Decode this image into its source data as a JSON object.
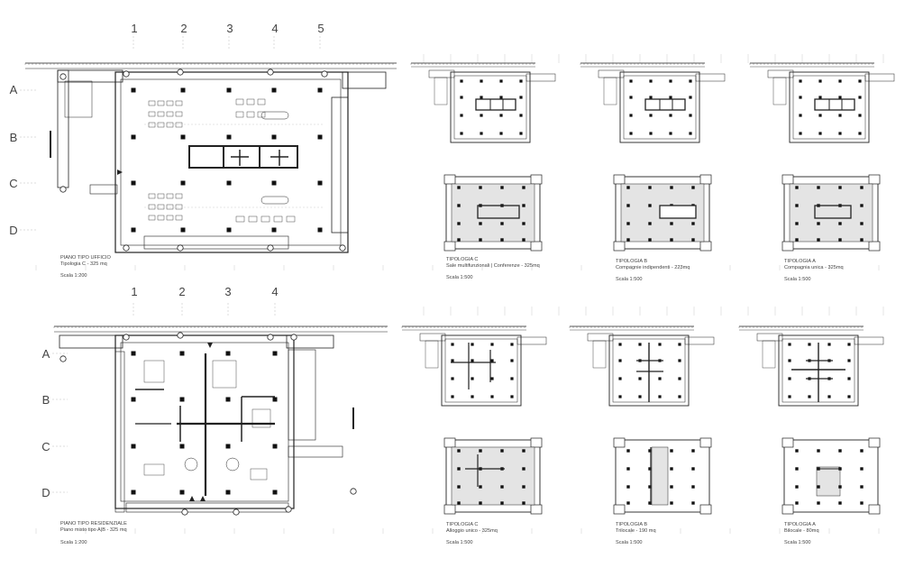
{
  "sheet": {
    "office": {
      "axis_numbers": [
        "1",
        "2",
        "3",
        "4",
        "5"
      ],
      "axis_letters": [
        "A",
        "B",
        "C",
        "D"
      ],
      "title": "PIANO TIPO UFFICIO",
      "subtitle": "Tipologia C - 325 mq",
      "scale": "Scala 1:200",
      "typologies": [
        {
          "title": "TIPOLOGIA C",
          "subtitle": "Sale multifunzionali | Conferenze - 325mq",
          "scale": "Scala 1:500"
        },
        {
          "title": "TIPOLOGIA B",
          "subtitle": "Compagnie indipendenti - 223mq",
          "scale": "Scala 1:500"
        },
        {
          "title": "TIPOLOGIA A",
          "subtitle": "Compagnia unica - 325mq",
          "scale": "Scala 1:500"
        }
      ]
    },
    "residential": {
      "axis_numbers": [
        "1",
        "2",
        "3",
        "4"
      ],
      "axis_letters": [
        "A",
        "B",
        "C",
        "D"
      ],
      "title": "PIANO TIPO RESIDENZIALE",
      "subtitle": "Piano misto tipo A|B - 325 mq",
      "scale": "Scala 1:200",
      "typologies": [
        {
          "title": "TIPOLOGIA C",
          "subtitle": "Alloggio unico - 325mq",
          "scale": "Scala 1:500"
        },
        {
          "title": "TIPOLOGIA B",
          "subtitle": "Trilocale - 190 mq",
          "scale": "Scala 1:500"
        },
        {
          "title": "TIPOLOGIA A",
          "subtitle": "Bilocale - 80mq",
          "scale": "Scala 1:500"
        }
      ]
    },
    "colors": {
      "line": "#222222",
      "pillar": "#111111",
      "fill_gray": "#e4e4e4",
      "grid": "#bbbbbb"
    }
  }
}
